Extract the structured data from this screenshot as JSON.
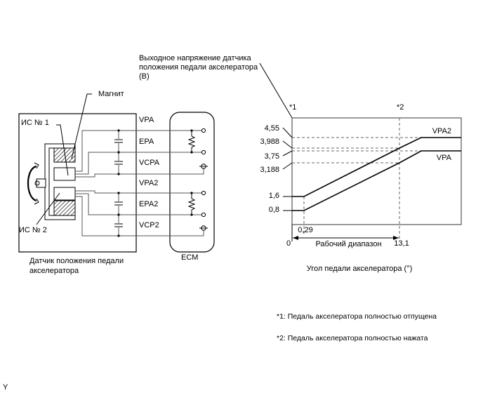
{
  "diagram": {
    "sensor_box_label_line1": "Датчик положения педали",
    "sensor_box_label_line2": "акселератора",
    "ecm_label": "ECM",
    "magnet_label": "Магнит",
    "ic1_label": "ИС № 1",
    "ic2_label": "ИС № 2",
    "wires": [
      {
        "name": "VPA"
      },
      {
        "name": "EPA"
      },
      {
        "name": "VCPA"
      },
      {
        "name": "VPA2"
      },
      {
        "name": "EPA2"
      },
      {
        "name": "VCP2"
      }
    ]
  },
  "chart_data": {
    "type": "line",
    "title_line1": "Выходное напряжение датчика",
    "title_line2": "положения педали акселератора",
    "title_line3": "(В)",
    "xlabel": "Угол педали акселератора (°)",
    "ylabel": "Выходное напряжение датчика положения педали акселератора (В)",
    "x_ticks": [
      {
        "value": 0,
        "label": "0"
      },
      {
        "value": 0.29,
        "label": "0,29"
      },
      {
        "value": 13.1,
        "label": "13,1"
      }
    ],
    "y_ticks": [
      {
        "value": 4.55,
        "label": "4,55"
      },
      {
        "value": 3.988,
        "label": "3,988"
      },
      {
        "value": 3.75,
        "label": "3,75"
      },
      {
        "value": 3.188,
        "label": "3,188"
      },
      {
        "value": 1.6,
        "label": "1,6"
      },
      {
        "value": 0.8,
        "label": "0,8"
      }
    ],
    "markers": [
      {
        "label": "*1",
        "x": 0
      },
      {
        "label": "*2",
        "x": 13.1
      }
    ],
    "range_label": "Рабочий диапазон",
    "series": [
      {
        "name": "VPA2",
        "points": [
          [
            0,
            1.6
          ],
          [
            0.29,
            1.6
          ],
          [
            13.1,
            3.988
          ],
          [
            15.0,
            4.55
          ],
          [
            17.0,
            4.55
          ]
        ]
      },
      {
        "name": "VPA",
        "points": [
          [
            0,
            0.8
          ],
          [
            0.29,
            0.8
          ],
          [
            13.1,
            3.188
          ],
          [
            15.0,
            3.75
          ],
          [
            17.0,
            3.75
          ]
        ]
      }
    ],
    "xlim": [
      0,
      17.0
    ],
    "ylim": [
      -0.25,
      5.5
    ],
    "grid": false
  },
  "notes": [
    "*1: Педаль акселератора полностью отпущена",
    "*2: Педаль акселератора полностью нажата"
  ],
  "footer_mark": "Y"
}
